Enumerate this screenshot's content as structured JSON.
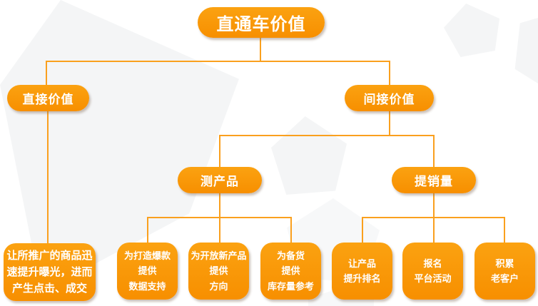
{
  "diagram": {
    "root": {
      "label": "直通车价值"
    },
    "level1": {
      "direct": {
        "label": "直接价值"
      },
      "indirect": {
        "label": "间接价值"
      }
    },
    "level2": {
      "test_product": {
        "label": "测产品"
      },
      "boost_sales": {
        "label": "提销量"
      }
    },
    "leaves": {
      "direct_description": "让所推广的商品迅\n速提升曝光，进而\n产生点击、成交",
      "test_product_children": [
        "为打造爆款\n提供\n数据支持",
        "为开放新产品\n提供\n方向",
        "为备货\n提供\n库存量参考"
      ],
      "boost_sales_children": [
        "让产品\n提升排名",
        "报名\n平台活动",
        "积累\n老客户"
      ]
    },
    "colors": {
      "node_top": "#FBA211",
      "node_bottom": "#F78F00",
      "line": "#FAA01E",
      "bg_shape": "#F4F5F6"
    }
  }
}
